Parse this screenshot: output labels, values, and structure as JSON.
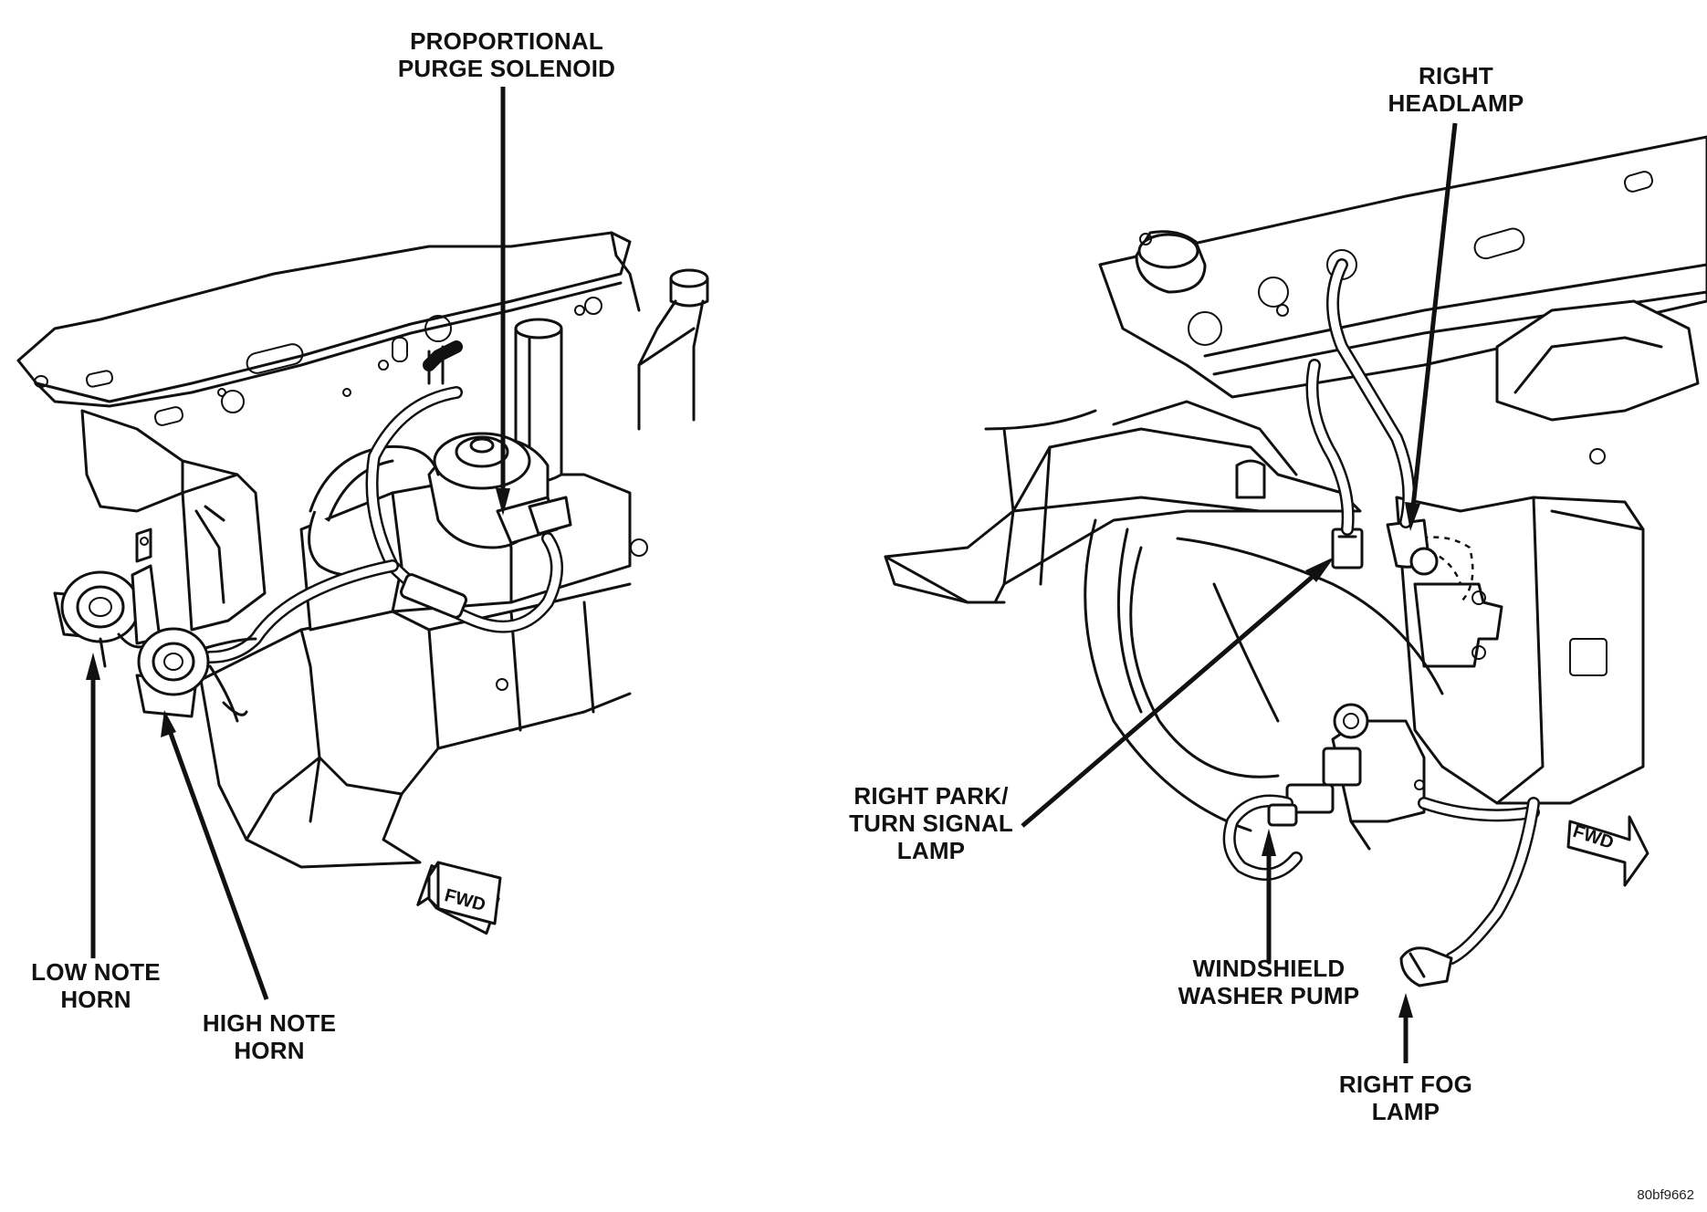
{
  "labels": {
    "purge_solenoid": [
      "PROPORTIONAL",
      "PURGE SOLENOID"
    ],
    "low_note_horn": [
      "LOW NOTE",
      "HORN"
    ],
    "high_note_horn": [
      "HIGH NOTE",
      "HORN"
    ],
    "right_headlamp": [
      "RIGHT",
      "HEADLAMP"
    ],
    "right_park_turn": [
      "RIGHT PARK/",
      "TURN SIGNAL",
      "LAMP"
    ],
    "washer_pump": [
      "WINDSHIELD",
      "WASHER PUMP"
    ],
    "right_fog_lamp": [
      "RIGHT FOG",
      "LAMP"
    ]
  },
  "fwd_left": "FWD",
  "fwd_right": "FWD",
  "figure_id": "80bf9662"
}
